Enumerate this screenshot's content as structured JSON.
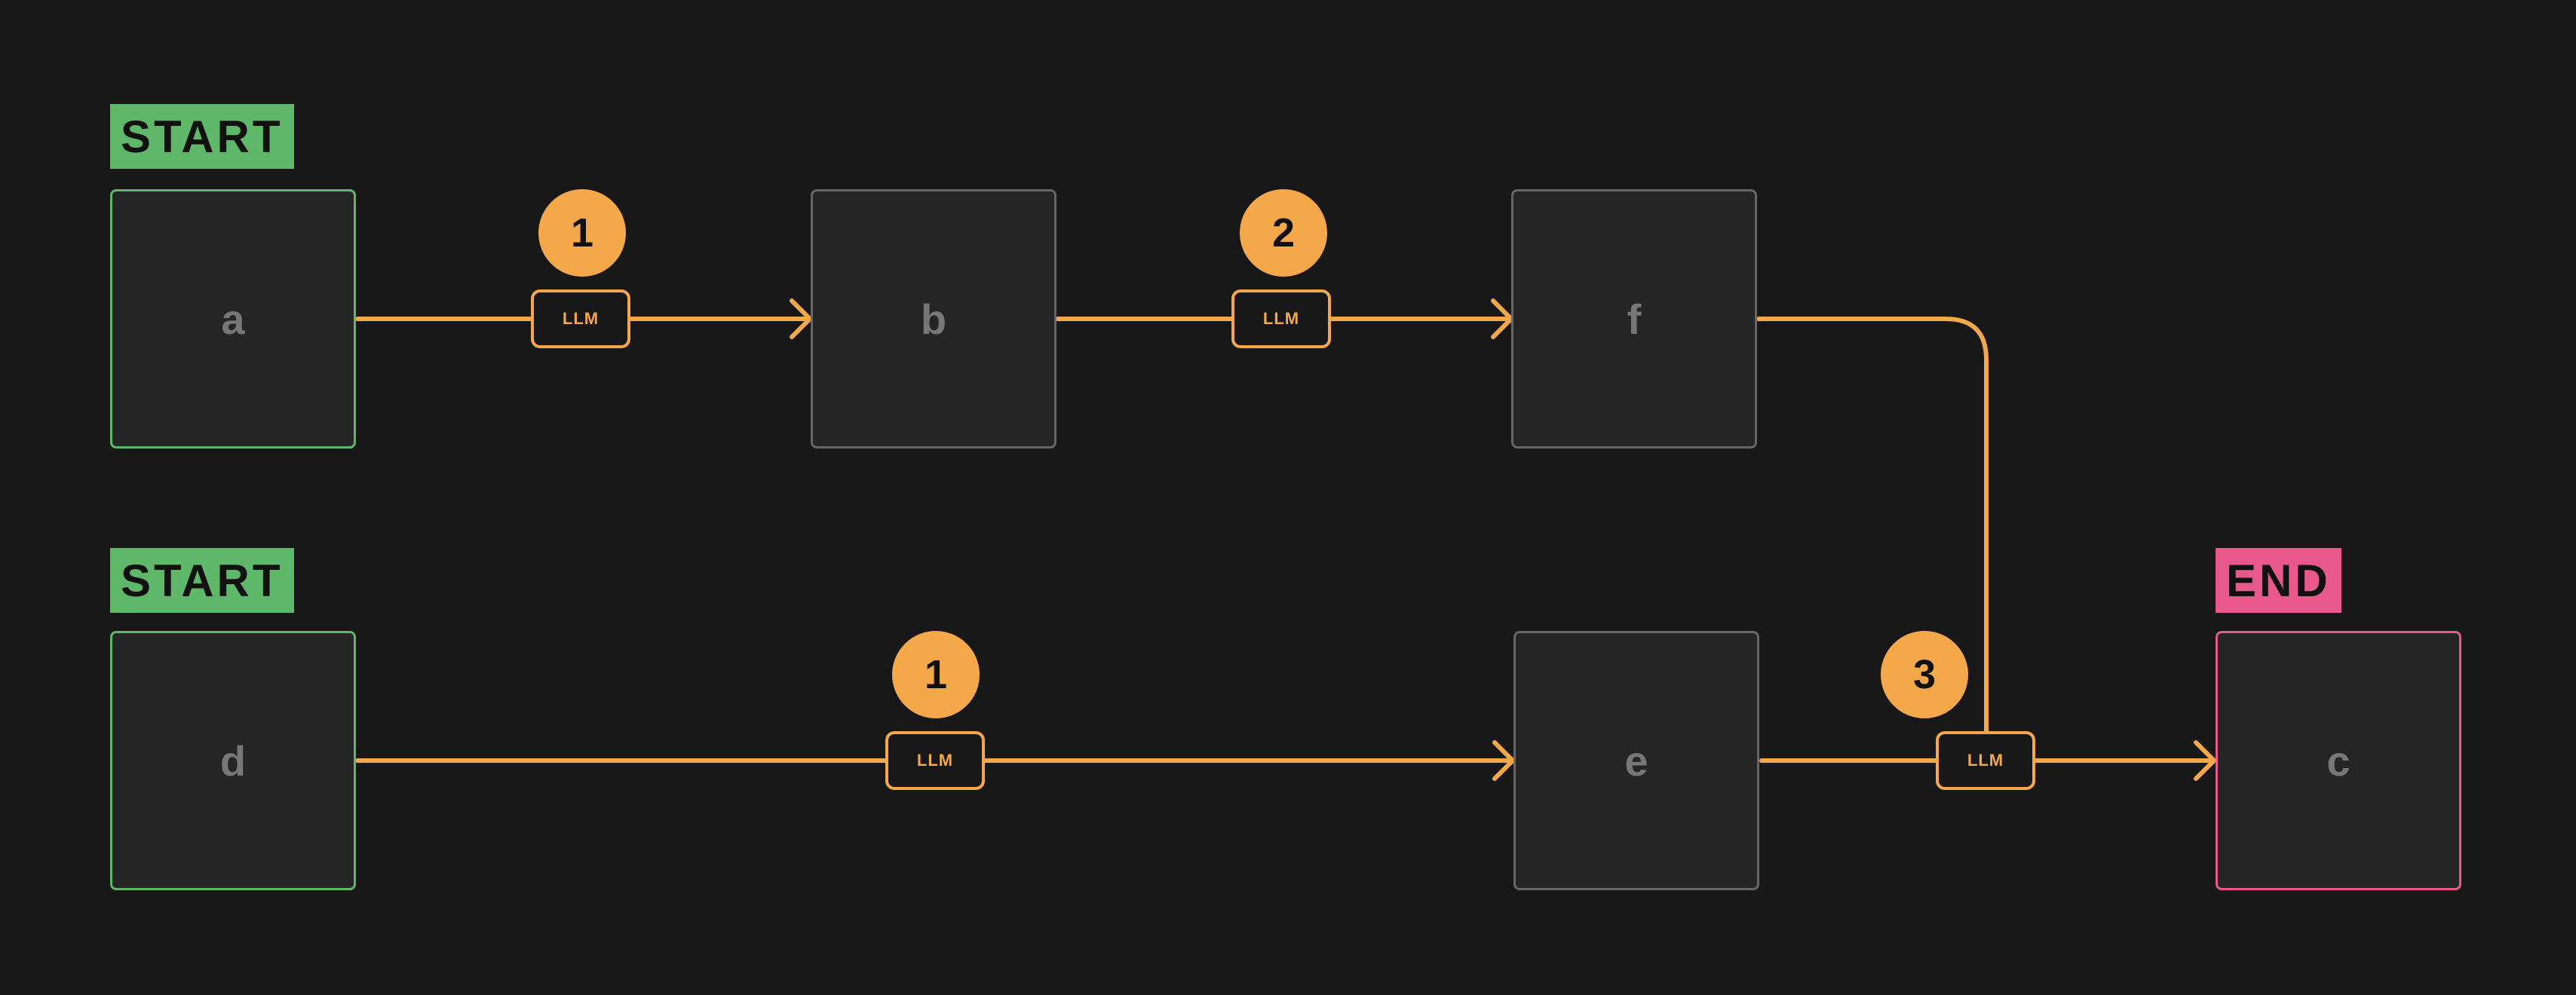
{
  "colors": {
    "background": "#181818",
    "edge": "#f4a84a",
    "start": "#5fb86a",
    "end": "#e8588a",
    "node_border": "#666666"
  },
  "tags": {
    "start_top": "START",
    "start_bottom": "START",
    "end": "END"
  },
  "nodes": {
    "a": "a",
    "b": "b",
    "f": "f",
    "d": "d",
    "e": "e",
    "c": "c"
  },
  "edges": {
    "a_b": {
      "step": "1",
      "label": "LLM"
    },
    "b_f": {
      "step": "2",
      "label": "LLM"
    },
    "d_e": {
      "step": "1",
      "label": "LLM"
    },
    "e_c": {
      "step": "3",
      "label": "LLM"
    }
  }
}
